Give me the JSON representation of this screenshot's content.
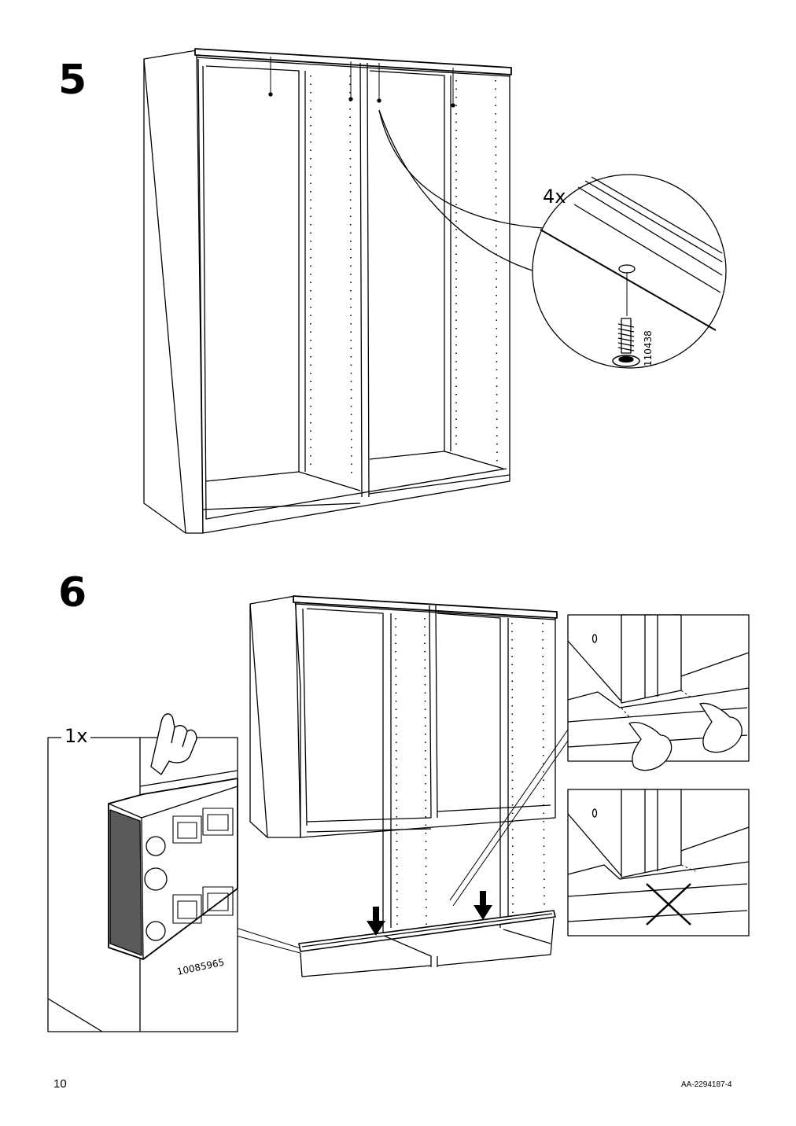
{
  "page": {
    "page_number": "10",
    "doc_code": "AA-2294187-4"
  },
  "step5": {
    "number": "5",
    "callout_qty": "4x",
    "part_number": "110438"
  },
  "step6": {
    "number": "6",
    "callout_qty": "1x",
    "part_number": "10085965"
  }
}
